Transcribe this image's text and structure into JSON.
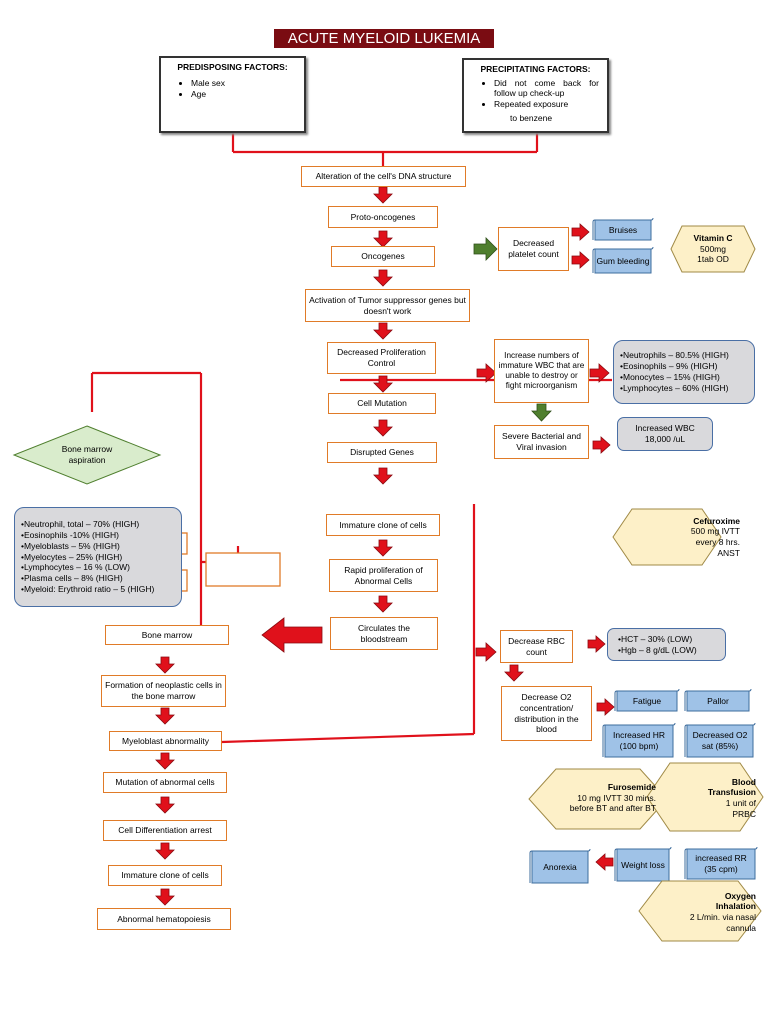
{
  "title": "ACUTE MYELOID LUKEMIA",
  "predisposing": {
    "title": "PREDISPOSING FACTORS:",
    "items": [
      "Male sex",
      "Age"
    ]
  },
  "precipitating": {
    "title": "PRECIPITATING FACTORS:",
    "items": [
      "Did not come back for follow up check-up",
      "Repeated exposure"
    ],
    "cut_text": "to benzene"
  },
  "center": {
    "alteration": "Alteration of the cell's DNA structure",
    "proto": "Proto-oncogenes",
    "onco": "Oncogenes",
    "activation": "Activation of Tumor suppressor genes but doesn't work",
    "decreased_prolif": "Decreased Proliferation Control",
    "mutation": "Cell Mutation",
    "disrupted": "Disrupted Genes",
    "immature": "Immature clone of cells",
    "rapid": "Rapid proliferation of Abnormal Cells",
    "circulates": "Circulates the bloodstream"
  },
  "platelet": {
    "decreased": "Decreased platelet count",
    "bruises": "Bruises",
    "gum": "Gum bleeding",
    "vitc_title": "Vitamin C",
    "vitc_detail": "500mg 1tab OD"
  },
  "wbc": {
    "increase": "Increase numbers of immature WBC that are unable to destroy or fight microorganism",
    "labs": [
      "Neutrophils – 80.5% (HIGH)",
      "Eosinophils – 9% (HIGH)",
      "Monocytes – 15% (HIGH)",
      "Lymphocytes – 60% (HIGH)"
    ],
    "severe": "Severe Bacterial and Viral invasion",
    "increased_wbc": "Increased WBC 18,000 /uL",
    "cef_title": "Cefuroxime",
    "cef_detail": "500 mg IVTT every 8 hrs. ANST"
  },
  "marrow": {
    "aspiration": "Bone marrow aspiration",
    "labs": [
      "Neutrophil, total – 70% (HIGH)",
      "Eosinophils -10% (HIGH)",
      "Myeloblasts – 5% (HIGH)",
      "Myelocytes – 25% (HIGH)",
      "Lymphocytes – 16 % (LOW)",
      "Plasma cells – 8% (HIGH)",
      "Myeloid: Erythroid ratio – 5 (HIGH)"
    ],
    "bone_marrow": "Bone marrow",
    "formation": "Formation of neoplastic cells in the bone marrow",
    "myeloblast": "Myeloblast abnormality",
    "mutation_abn": "Mutation of abnormal cells",
    "diff_arrest": "Cell Differentiation arrest",
    "immature2": "Immature clone of cells",
    "abnormal_hema": "Abnormal hematopoiesis"
  },
  "rbc": {
    "decrease": "Decrease RBC count",
    "labs": [
      "HCT – 30% (LOW)",
      "Hgb – 8 g/dL (LOW)"
    ],
    "o2": "Decrease O2 concentration/ distribution in the blood",
    "fatigue": "Fatigue",
    "pallor": "Pallor",
    "hr": "Increased HR (100 bpm)",
    "o2sat": "Decreased O2 sat (85%)",
    "furo_title": "Furosemide",
    "furo_detail": "10 mg IVTT 30 mins. before BT and after BT",
    "bt_title": "Blood Transfusion",
    "bt_detail": "1 unit of PRBC",
    "anorexia": "Anorexia",
    "weight": "Weight loss",
    "rr": "increased RR (35 cpm)",
    "oxy_title": "Oxygen Inhalation",
    "oxy_detail": "2 L/min. via nasal cannula"
  },
  "colors": {
    "orange_border": "#e07b28",
    "red": "#e0111b",
    "title_bg": "#7a0c12",
    "blue": "#9fc2e7",
    "gray": "#d9d9dc",
    "hex_fill": "#fdf0c8",
    "green": "#4f7f2e"
  }
}
